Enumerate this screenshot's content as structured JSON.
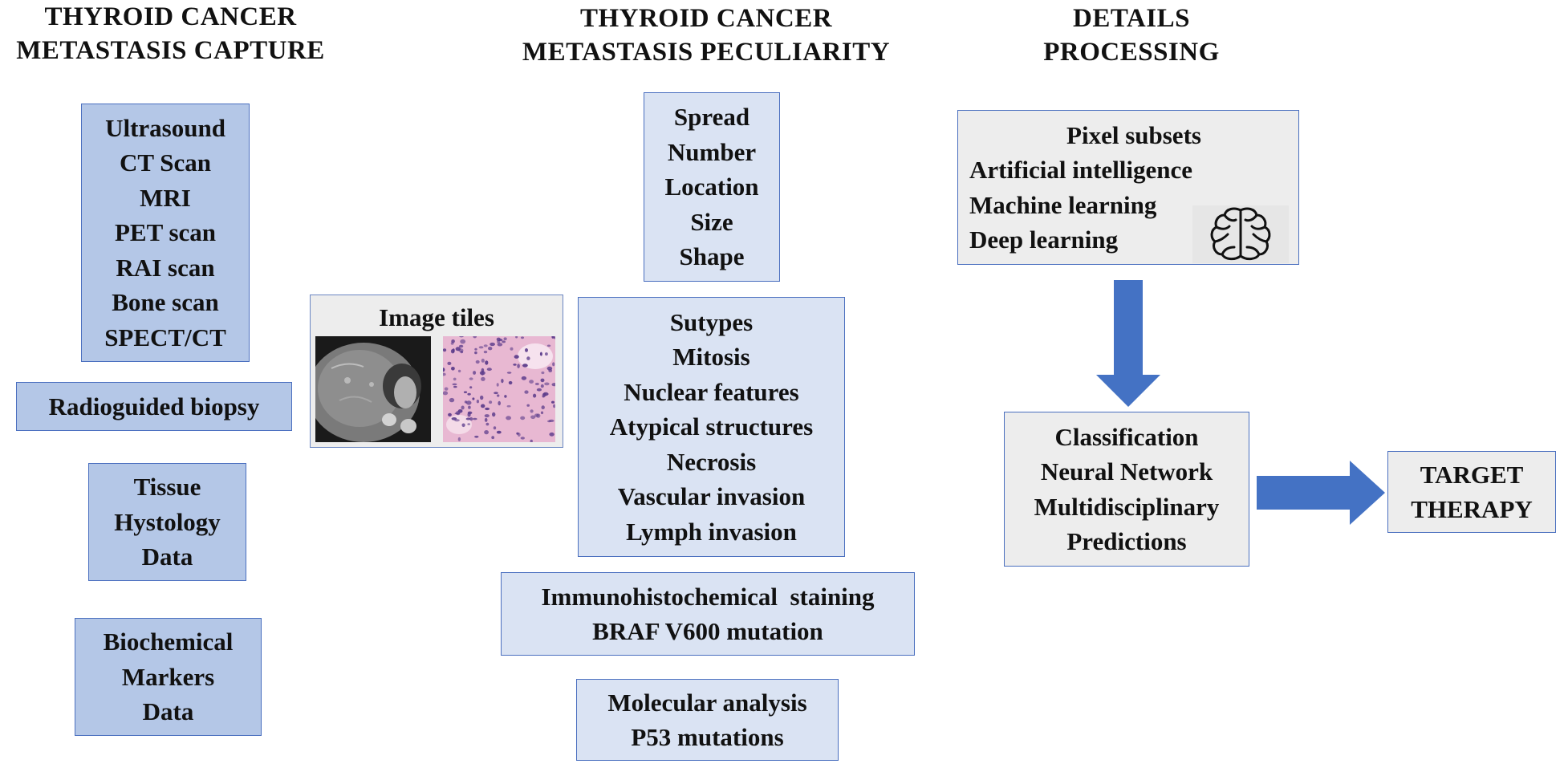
{
  "headings": {
    "capture": [
      "THYROID CANCER",
      "METASTASIS  CAPTURE"
    ],
    "peculiarity": [
      "THYROID CANCER",
      "METASTASIS  PECULIARITY"
    ],
    "processing": [
      "DETAILS",
      "PROCESSING"
    ]
  },
  "capture_boxes": {
    "imaging": [
      "Ultrasound",
      "CT Scan",
      "MRI",
      "PET scan",
      "RAI scan",
      "Bone scan",
      "SPECT/CT"
    ],
    "biopsy": [
      "Radioguided biopsy"
    ],
    "tissue": [
      "Tissue",
      "Hystology",
      "Data"
    ],
    "biochemical": [
      "Biochemical",
      "Markers",
      "Data"
    ]
  },
  "image_tiles": {
    "label": "Image tiles",
    "tiles": [
      "CT scan slice",
      "histology section"
    ]
  },
  "peculiarity_boxes": {
    "morphology": [
      "Spread",
      "Number",
      "Location",
      "Size",
      "Shape"
    ],
    "histology": [
      "Sutypes",
      "Mitosis",
      "Nuclear features",
      "Atypical structures",
      "Necrosis",
      "Vascular invasion",
      "Lymph invasion"
    ],
    "immuno": [
      "Immunohistochemical  staining",
      "BRAF V600 mutation"
    ],
    "molecular": [
      "Molecular analysis",
      "P53 mutations"
    ]
  },
  "processing_boxes": {
    "ai": [
      "Pixel subsets",
      "Artificial intelligence",
      "Machine learning",
      "Deep learning"
    ],
    "ai_icon": "brain-icon",
    "classification": [
      "Classification",
      "Neural Network",
      "Multidisciplinary",
      "Predictions"
    ],
    "target": [
      "TARGET",
      "THERAPY"
    ]
  },
  "colors": {
    "dark_box": "#b4c7e7",
    "light_box": "#dae3f3",
    "grey_box": "#ededed",
    "arrow": "#4472c4",
    "border": "#4a6fbf"
  }
}
